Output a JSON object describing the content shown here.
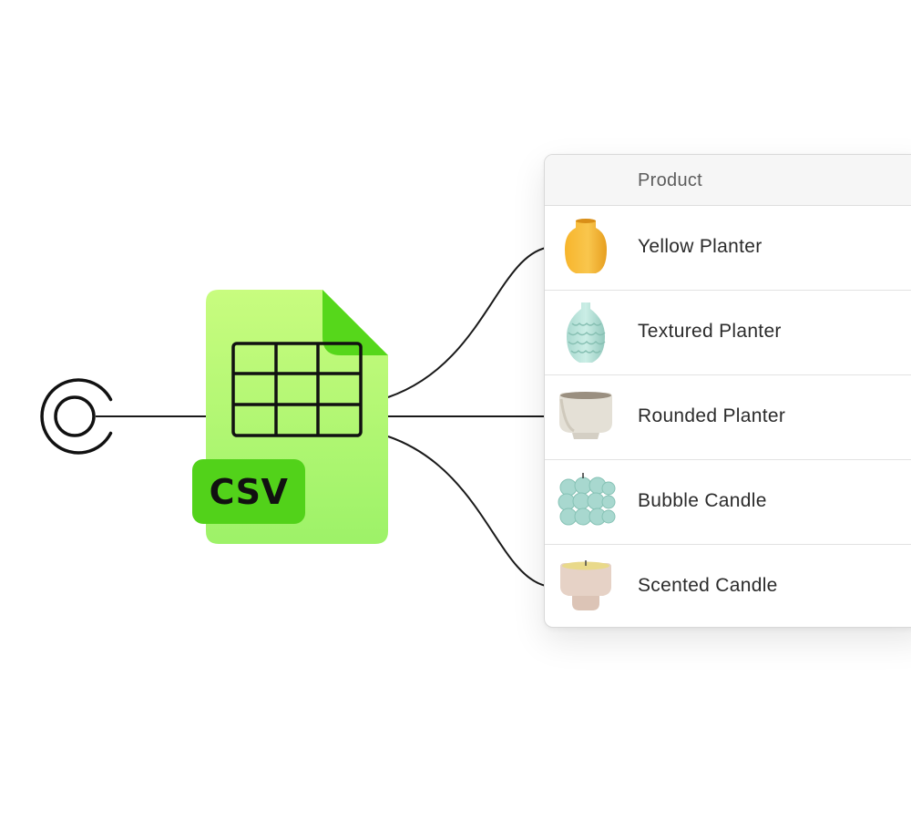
{
  "source": {
    "icon": "at-sign-source-icon",
    "file_icon": "csv-file-icon",
    "badge_label": "CSV",
    "file_color": "#a6f46a",
    "badge_color": "#52d21a"
  },
  "table": {
    "header": "Product",
    "rows": [
      {
        "name": "Yellow Planter",
        "thumb": "yellow-planter-icon"
      },
      {
        "name": "Textured Planter",
        "thumb": "textured-planter-icon"
      },
      {
        "name": "Rounded Planter",
        "thumb": "rounded-planter-icon"
      },
      {
        "name": "Bubble Candle",
        "thumb": "bubble-candle-icon"
      },
      {
        "name": "Scented Candle",
        "thumb": "scented-candle-icon"
      }
    ]
  }
}
